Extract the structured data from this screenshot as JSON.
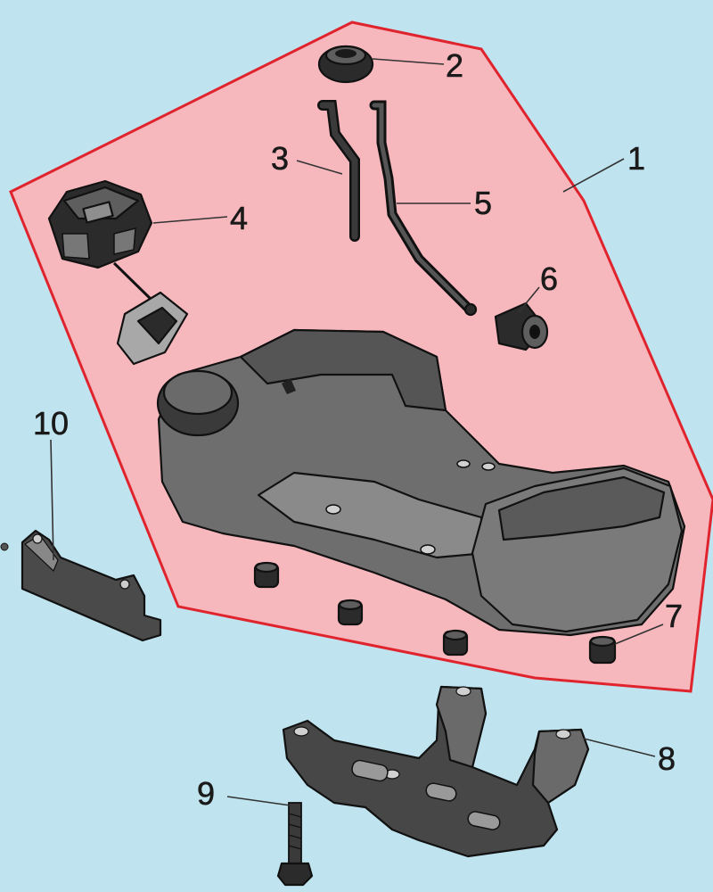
{
  "diagram": {
    "colors": {
      "background": "#bfe4ef",
      "kit_region_fill": "#f7b8bd",
      "kit_region_border": "#e0242e"
    },
    "callouts": [
      {
        "id": "fuel-tank-assembly",
        "label": "1"
      },
      {
        "id": "grommet",
        "label": "2"
      },
      {
        "id": "breather-hose",
        "label": "3"
      },
      {
        "id": "fuel-cap",
        "label": "4"
      },
      {
        "id": "fuel-hose",
        "label": "5"
      },
      {
        "id": "fuel-filter",
        "label": "6"
      },
      {
        "id": "rubber-mount",
        "label": "7"
      },
      {
        "id": "tank-bracket",
        "label": "8"
      },
      {
        "id": "bolt",
        "label": "9"
      },
      {
        "id": "side-plate",
        "label": "10"
      }
    ]
  }
}
